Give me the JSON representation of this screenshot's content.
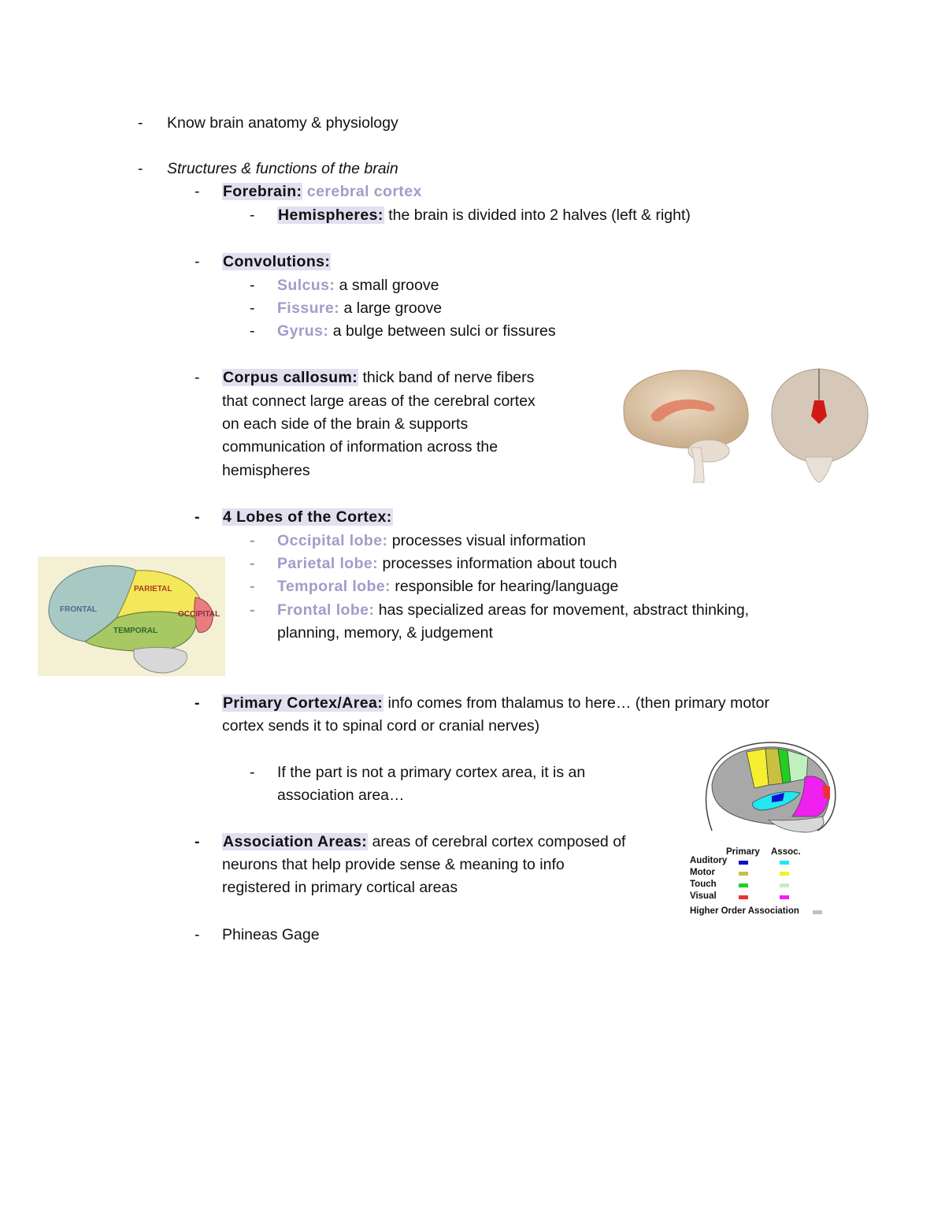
{
  "notes": {
    "l1": "Know brain anatomy & physiology",
    "l2": "Structures & functions of the brain",
    "forebrain_term": "Forebrain:",
    "forebrain_def": "cerebral cortex",
    "hemi_term": "Hemispheres:",
    "hemi_def": "the brain is divided into 2 halves (left & right)",
    "conv_term": "Convolutions:",
    "sulcus_term": "Sulcus:",
    "sulcus_def": "a small groove",
    "fissure_term": "Fissure:",
    "fissure_def": "a large groove",
    "gyrus_term": "Gyrus:",
    "gyrus_def": "a bulge between sulci or fissures",
    "cc_term": "Corpus callosum:",
    "cc_l1": "thick band of nerve fibers",
    "cc_l2": "that connect large areas of the cerebral cortex",
    "cc_l3": "on each side of the brain & supports",
    "cc_l4": "communication of information across the",
    "cc_l5": "hemispheres",
    "lobes_term": "4 Lobes of the Cortex:",
    "occ_term": "Occipital lobe:",
    "occ_def": "processes visual information",
    "par_term": "Parietal lobe:",
    "par_def": "processes information about touch",
    "temp_term": "Temporal lobe:",
    "temp_def": "responsible for hearing/language",
    "front_term": "Frontal lobe:",
    "front_def": "has specialized areas for movement, abstract thinking,",
    "front_def2": "planning, memory, & judgement",
    "prim_term": "Primary Cortex/Area:",
    "prim_def": "info comes from thalamus to here… (then primary motor",
    "prim_def2": "cortex sends it to spinal cord or cranial nerves)",
    "ifpart_l1": "If the part is not a primary cortex area, it is an",
    "ifpart_l2": "association area…",
    "assoc_term": "Association Areas:",
    "assoc_def": "areas of cerebral cortex composed of",
    "assoc_l2": "neurons that help provide sense & meaning to info",
    "assoc_l3": "registered in primary cortical areas",
    "phineas": "Phineas Gage"
  },
  "lobe_figure": {
    "labels": {
      "frontal": "FRONTAL",
      "parietal": "PARIETAL",
      "temporal": "TEMPORAL",
      "occipital": "OCCIPITAL"
    }
  },
  "area_figure": {
    "col_primary": "Primary",
    "col_assoc": "Assoc.",
    "rows": [
      {
        "label": "Auditory",
        "primary": "#1010d0",
        "assoc": "#20e8f0"
      },
      {
        "label": "Motor",
        "primary": "#c8c040",
        "assoc": "#f8f020"
      },
      {
        "label": "Touch",
        "primary": "#20d020",
        "assoc": "#c0f0c0"
      },
      {
        "label": "Visual",
        "primary": "#f03030",
        "assoc": "#f020f0"
      }
    ],
    "higher": "Higher Order Association",
    "higher_color": "#c0c0c0"
  },
  "colors": {
    "highlight": "#e3dff0",
    "accent_purple": "#a59ac9"
  }
}
